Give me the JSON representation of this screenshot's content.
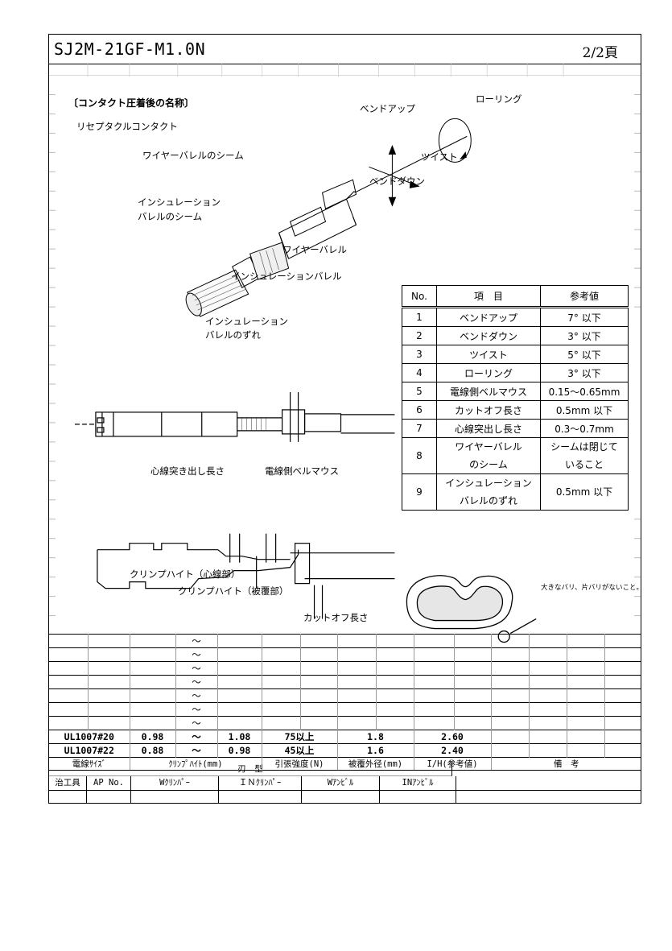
{
  "header": {
    "model": "SJ2M-21GF-M1.0N",
    "page": "2/2頁"
  },
  "diagram": {
    "section_title": "〔コンタクト圧着後の名称〕",
    "contact_type": "リセプタクルコンタクト",
    "labels": {
      "wire_barrel_seam": "ワイヤーバレルのシーム",
      "insulation_barrel_seam_1": "インシュレーション",
      "insulation_barrel_seam_2": "バレルのシーム",
      "wire_barrel": "ワイヤーバレル",
      "insulation_barrel": "インシュレーションバレル",
      "bend_up": "ベンドアップ",
      "bend_down": "ベンドダウン",
      "twist": "ツイスト",
      "rolling": "ローリング",
      "insulation_shift_1": "インシュレーション",
      "insulation_shift_2": "バレルのずれ",
      "conductor_protrusion": "心線突き出し長さ",
      "bellmouth": "電線側ベルマウス",
      "crimp_height_conductor": "クリンプハイト（心線部）",
      "crimp_height_insulation": "クリンプハイト（被覆部）",
      "cutoff_length": "カットオフ長さ",
      "burr_note": "大きなバリ、片バリがないこと。"
    }
  },
  "ref_table": {
    "headers": [
      "No.",
      "項　目",
      "参考値"
    ],
    "rows": [
      {
        "no": "1",
        "item": "ベンドアップ",
        "value": "7°  以下"
      },
      {
        "no": "2",
        "item": "ベンドダウン",
        "value": "3°  以下"
      },
      {
        "no": "3",
        "item": "ツイスト",
        "value": "5°  以下"
      },
      {
        "no": "4",
        "item": "ローリング",
        "value": "3°  以下"
      },
      {
        "no": "5",
        "item": "電線側ベルマウス",
        "value": "0.15〜0.65mm"
      },
      {
        "no": "6",
        "item": "カットオフ長さ",
        "value": "0.5mm 以下"
      },
      {
        "no": "7",
        "item": "心線突出し長さ",
        "value": "0.3〜0.7mm"
      },
      {
        "no": "8",
        "item_1": "ワイヤーバレル",
        "item_2": "のシーム",
        "value_1": "シームは閉じて",
        "value_2": "いること"
      },
      {
        "no": "9",
        "item_1": "インシュレーション",
        "item_2": "バレルのずれ",
        "value": "0.5mm 以下"
      }
    ]
  },
  "spec_table": {
    "tilde": "〜",
    "rows": [
      {
        "wire": "UL1007#20",
        "ch_min": "0.98",
        "ch_max": "1.08",
        "tensile": "75以上",
        "od": "1.8",
        "ih": "2.60"
      },
      {
        "wire": "UL1007#22",
        "ch_min": "0.88",
        "ch_max": "0.98",
        "tensile": "45以上",
        "od": "1.6",
        "ih": "2.40"
      }
    ],
    "headers": {
      "wire_size": "電線ｻｲｽﾞ",
      "crimp_height": "ｸﾘﾝﾌﾟﾊｲﾄ(mm)",
      "tensile": "引張強度(N)",
      "od": "被覆外径(mm)",
      "ih": "I/H(参考値)",
      "remarks": "備　考"
    }
  },
  "die_table": {
    "title": "刃　型",
    "cols": [
      "治工具",
      "AP No.",
      "Wｸﾘﾝﾊﾟｰ",
      "ＩＮｸﾘﾝﾊﾟｰ",
      "Wｱﾝﾋﾞﾙ",
      "INｱﾝﾋﾞﾙ"
    ]
  }
}
